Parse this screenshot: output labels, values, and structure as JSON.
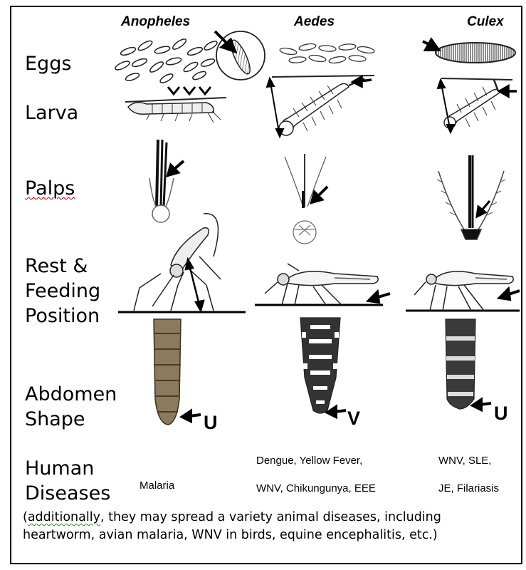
{
  "genera": [
    "Anopheles",
    "Aedes",
    "Culex"
  ],
  "rows": {
    "eggs": "Eggs",
    "larva": "Larva",
    "palps": "Palps",
    "rest": "Rest &\nFeeding\nPosition",
    "abdomen": "Abdomen\nShape",
    "diseases": "Human\nDiseases"
  },
  "abdomen_shapes": [
    "U",
    "V",
    "U"
  ],
  "diseases": {
    "anopheles": "Malaria",
    "aedes_line1": "Dengue, Yellow Fever,",
    "aedes_line2": "WNV, Chikungunya, EEE",
    "culex_line1": "WNV, SLE,",
    "culex_line2": "JE, Filariasis"
  },
  "note": {
    "word": "additionally",
    "open": "(",
    "rest": ", they may spread a variety animal diseases, including heartworm, avian malaria, WNV in birds, equine encephalitis, etc.)"
  }
}
